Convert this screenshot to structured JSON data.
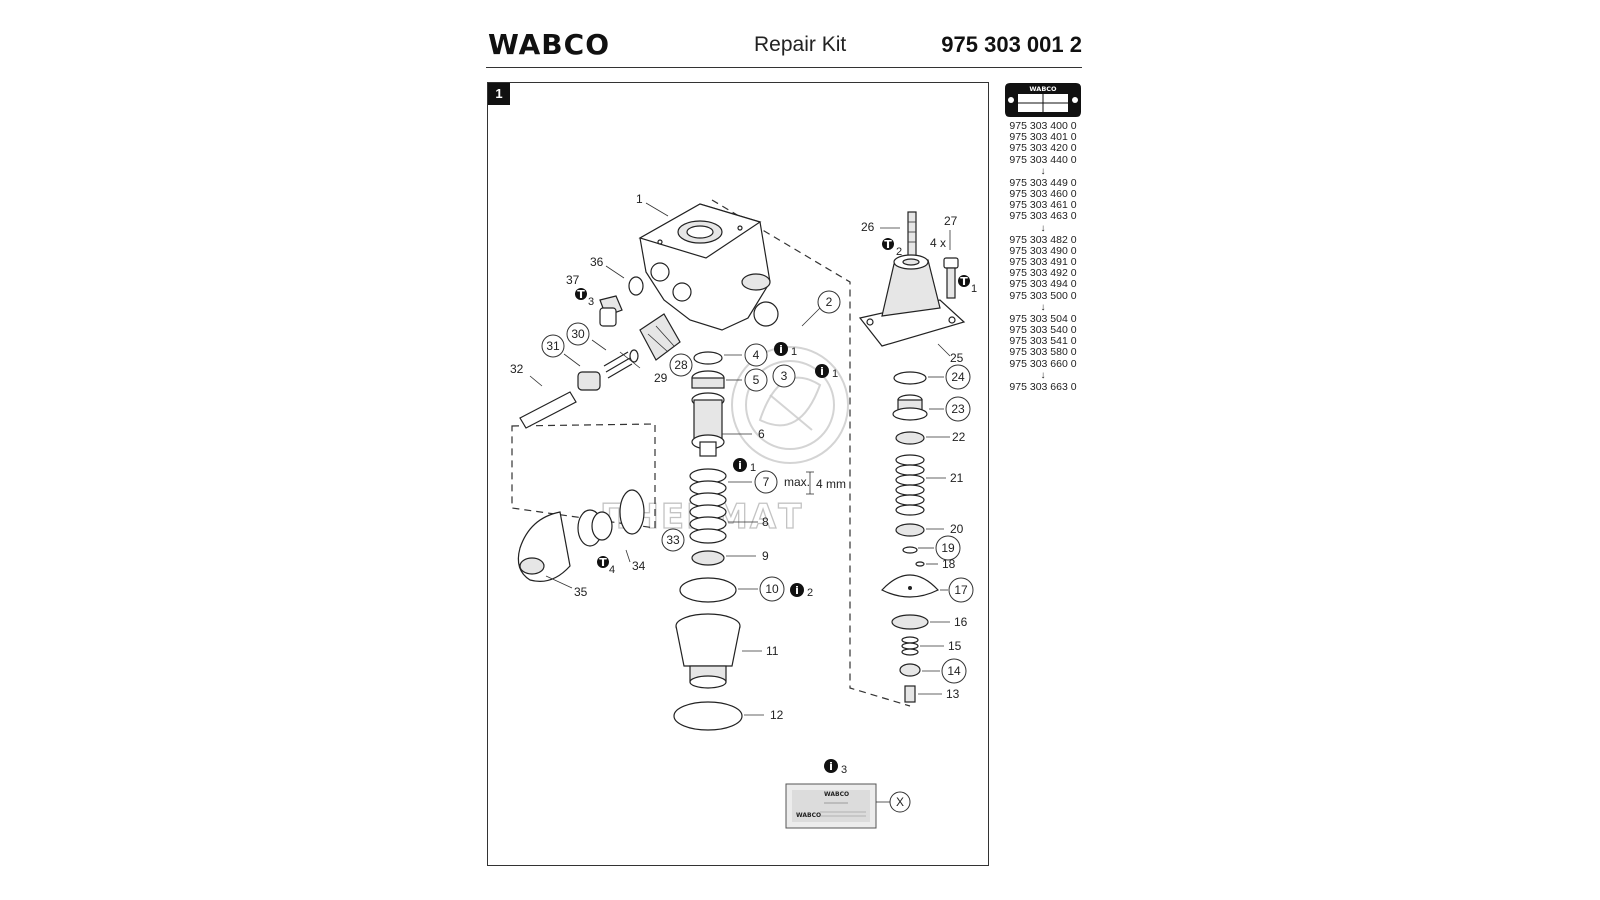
{
  "header": {
    "brand": "WABCO",
    "title": "Repair Kit",
    "number": "975 303 001 2"
  },
  "panel": {
    "badge": "1"
  },
  "nameplate": {
    "brand": "WABCO"
  },
  "part_numbers": [
    "975 303 400 0",
    "975 303 401 0",
    "975 303 420 0",
    "975 303 440 0",
    "↓",
    "975 303 449 0",
    "975 303 460 0",
    "975 303 461 0",
    "975 303 463 0",
    "↓",
    "975 303 482 0",
    "975 303 490 0",
    "975 303 491 0",
    "975 303 492 0",
    "975 303 494 0",
    "975 303 500 0",
    "↓",
    "975 303 504 0",
    "975 303 540 0",
    "975 303 541 0",
    "975 303 580 0",
    "975 303 660 0",
    "↓",
    "975 303 663 0"
  ],
  "diagram": {
    "labels": {
      "p1": "1",
      "p2": "2",
      "p3": "3",
      "p4": "4",
      "p5": "5",
      "p6": "6",
      "p7": "7",
      "p8": "8",
      "p9": "9",
      "p10": "10",
      "p11": "11",
      "p12": "12",
      "p13": "13",
      "p14": "14",
      "p15": "15",
      "p16": "16",
      "p17": "17",
      "p18": "18",
      "p19": "19",
      "p20": "20",
      "p21": "21",
      "p22": "22",
      "p23": "23",
      "p24": "24",
      "p25": "25",
      "p26": "26",
      "p27": "27",
      "p28": "28",
      "p29": "29",
      "p30": "30",
      "p31": "31",
      "p32": "32",
      "p33": "33",
      "p34": "34",
      "p35": "35",
      "p36": "36",
      "p37": "37",
      "px": "X"
    },
    "notes": {
      "four_x": "4 x",
      "max": "max.",
      "four_mm": "4 mm",
      "info_glyph": "i",
      "torque_glyph": "T",
      "sub1": "1",
      "sub2": "2",
      "sub3": "3",
      "sub4": "4"
    },
    "grease": {
      "brand": "WABCO"
    },
    "watermark": "ПНЕВМАТ"
  }
}
